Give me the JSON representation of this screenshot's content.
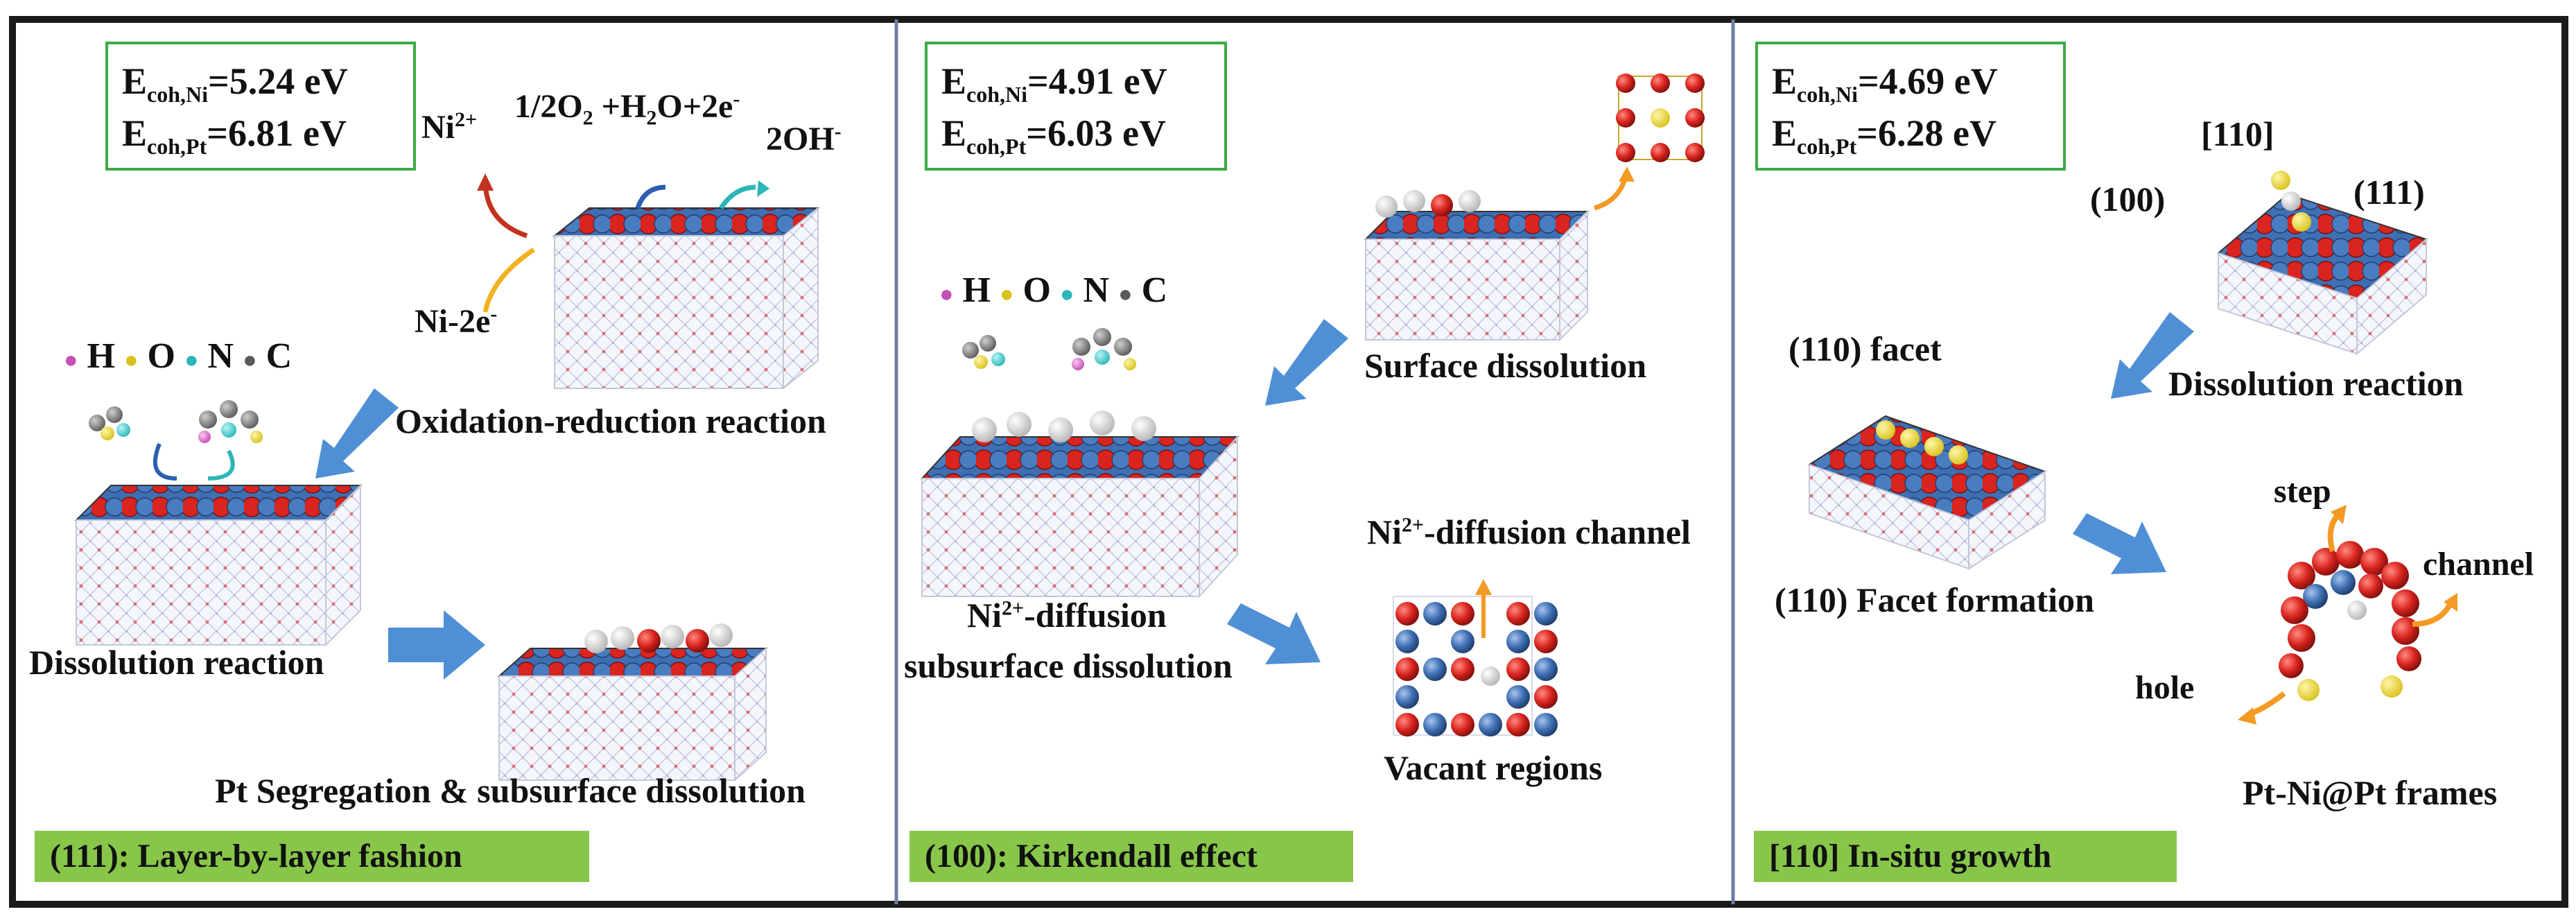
{
  "colors": {
    "ni": "#3e6fb3",
    "o": "#d9241f",
    "h": "#f2f2f2",
    "arrow_blue": "#4f8fd6",
    "arrow_orange": "#f39a24",
    "banner": "#88c64a",
    "box_border": "#3daa46",
    "frame": "#1a1a1a"
  },
  "legend": {
    "h": "H",
    "o": "O",
    "n": "N",
    "c": "C"
  },
  "panels": [
    {
      "energies": {
        "ni_base": "E",
        "ni_sub": "coh,Ni",
        "ni_val": "=5.24 eV",
        "pt_base": "E",
        "pt_sub": "coh,Pt",
        "pt_val": "=6.81 eV"
      },
      "eq": {
        "ni": "Ni",
        "ni_sup": "2+",
        "part1": "1/2O",
        "part1_sub": "2",
        "part2": " +H",
        "part2_sub": "2",
        "part3": "O+2e",
        "part3_sup": "-",
        "oh": "2OH",
        "oh_sup": "-"
      },
      "ni2e": {
        "text": "Ni-2e",
        "sup": "-"
      },
      "redox_label": "Oxidation-reduction reaction",
      "dissolution_label": "Dissolution reaction",
      "segregation_label": "Pt Segregation & subsurface dissolution",
      "banner": "(111): Layer-by-layer fashion"
    },
    {
      "energies": {
        "ni_base": "E",
        "ni_sub": "coh,Ni",
        "ni_val": "=4.91 eV",
        "pt_base": "E",
        "pt_sub": "coh,Pt",
        "pt_val": "=6.03 eV"
      },
      "surface_label": "Surface dissolution",
      "channel": {
        "ni": "Ni",
        "sup": "2+",
        "rest": "-diffusion channel"
      },
      "diffusion": {
        "ni": "Ni",
        "sup": "2+",
        "rest": "-diffusion",
        "line2": "subsurface dissolution"
      },
      "vacant_label": "Vacant regions",
      "banner": "(100): Kirkendall effect"
    },
    {
      "energies": {
        "ni_base": "E",
        "ni_sub": "coh,Ni",
        "ni_val": "=4.69 eV",
        "pt_base": "E",
        "pt_sub": "coh,Pt",
        "pt_val": "=6.28 eV"
      },
      "dir_110": "[110]",
      "facet_100": "(100)",
      "facet_111": "(111)",
      "facet_110_label": "(110) facet",
      "dissolution_label": "Dissolution reaction",
      "formation_label": "(110) Facet formation",
      "step_label": "step",
      "channel_label": "channel",
      "hole_label": "hole",
      "frames_label": "Pt-Ni@Pt frames",
      "banner": "[110] In-situ growth"
    }
  ]
}
